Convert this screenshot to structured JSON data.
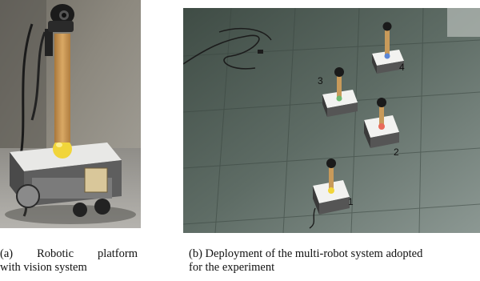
{
  "figure": {
    "subfigures": [
      {
        "id": "a",
        "caption_words": [
          "(a)",
          "Robotic",
          "platform"
        ],
        "caption_line2": "with vision system"
      },
      {
        "id": "b",
        "caption_line1": "(b) Deployment of the multi-robot system adopted",
        "caption_line2": "for the experiment",
        "robot_labels": [
          "1",
          "2",
          "3",
          "4"
        ]
      }
    ]
  }
}
